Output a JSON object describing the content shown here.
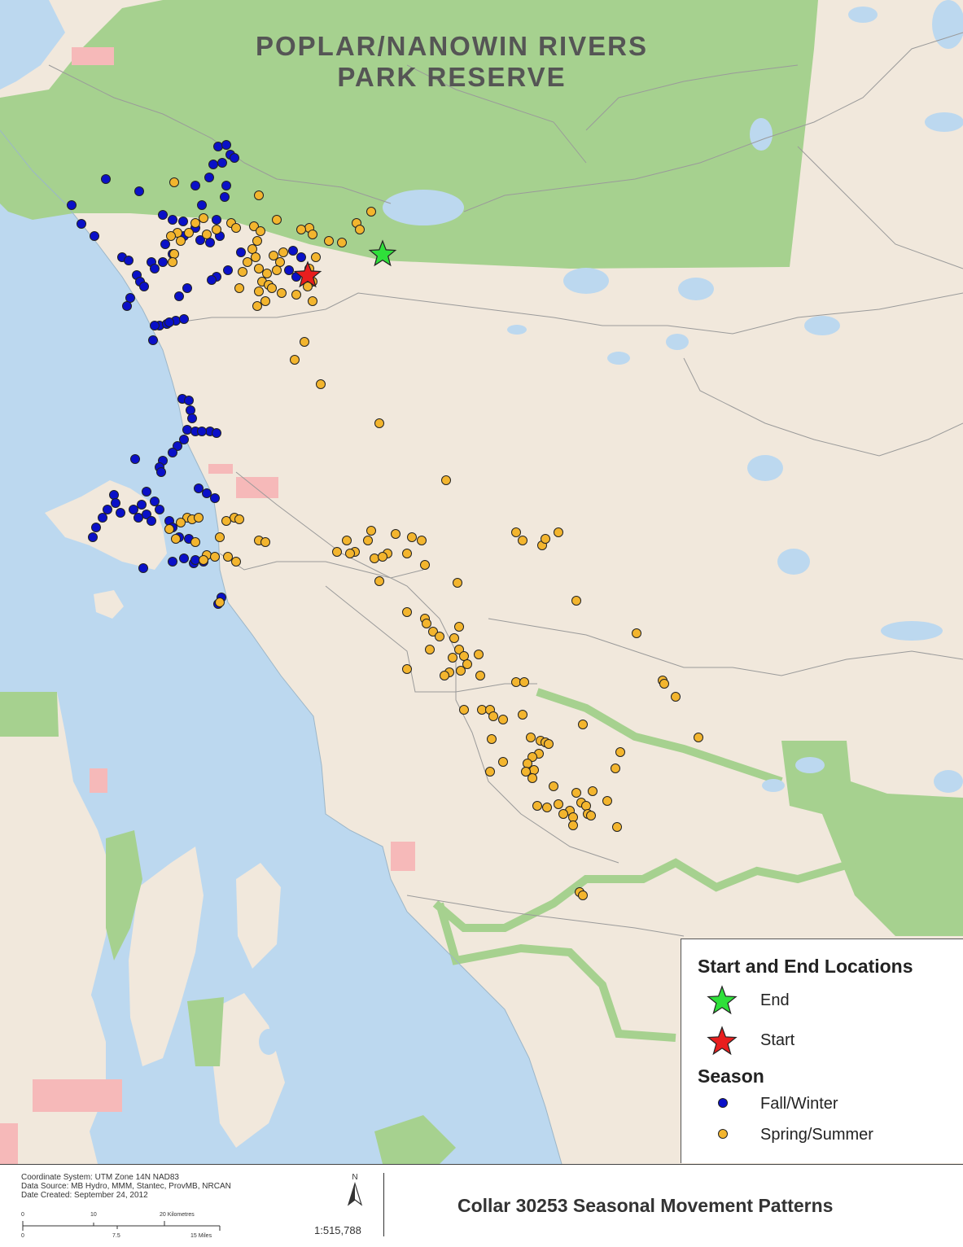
{
  "map": {
    "title_line1": "POPLAR/NANOWIN RIVERS",
    "title_line2": "PARK RESERVE",
    "colors": {
      "land": "#f1e8dc",
      "water": "#bcd8ef",
      "protected": "#a6d18f",
      "reserve": "#f6b9b9",
      "fall_winter": "#0a10c8",
      "spring_summer": "#f3b52e",
      "start": "#e81e1e",
      "end": "#2fe03a"
    }
  },
  "legend": {
    "heading_locations": "Start and End Locations",
    "end_label": "End",
    "start_label": "Start",
    "heading_season": "Season",
    "fall_winter_label": "Fall/Winter",
    "spring_summer_label": "Spring/Summer"
  },
  "footer": {
    "coordinate_system": "Coordinate System: UTM Zone 14N NAD83",
    "data_source": "Data Source: MB Hydro, MMM, Stantec, ProvMB, NRCAN",
    "date_created": "Date Created: September 24, 2012",
    "scale_km": [
      "0",
      "10",
      "20 Kilometres"
    ],
    "scale_mi": [
      "0",
      "7.5",
      "15 Miles"
    ],
    "north_label": "N",
    "scale_ratio": "1:515,788",
    "map_title": "Collar 30253 Seasonal Movement Patterns"
  },
  "points": {
    "fall_winter": [
      [
        268,
        180
      ],
      [
        278,
        178
      ],
      [
        283,
        190
      ],
      [
        288,
        194
      ],
      [
        273,
        200
      ],
      [
        262,
        202
      ],
      [
        130,
        220
      ],
      [
        171,
        235
      ],
      [
        240,
        228
      ],
      [
        257,
        218
      ],
      [
        278,
        228
      ],
      [
        88,
        252
      ],
      [
        100,
        275
      ],
      [
        116,
        290
      ],
      [
        200,
        264
      ],
      [
        212,
        270
      ],
      [
        225,
        272
      ],
      [
        248,
        252
      ],
      [
        276,
        242
      ],
      [
        266,
        270
      ],
      [
        240,
        280
      ],
      [
        226,
        290
      ],
      [
        246,
        295
      ],
      [
        258,
        298
      ],
      [
        270,
        290
      ],
      [
        203,
        300
      ],
      [
        186,
        322
      ],
      [
        150,
        316
      ],
      [
        158,
        320
      ],
      [
        168,
        338
      ],
      [
        172,
        346
      ],
      [
        177,
        352
      ],
      [
        160,
        366
      ],
      [
        156,
        376
      ],
      [
        190,
        330
      ],
      [
        200,
        322
      ],
      [
        212,
        312
      ],
      [
        230,
        354
      ],
      [
        220,
        364
      ],
      [
        266,
        340
      ],
      [
        260,
        344
      ],
      [
        280,
        332
      ],
      [
        296,
        310
      ],
      [
        360,
        308
      ],
      [
        370,
        316
      ],
      [
        355,
        332
      ],
      [
        364,
        340
      ],
      [
        196,
        400
      ],
      [
        205,
        398
      ],
      [
        216,
        394
      ],
      [
        208,
        396
      ],
      [
        226,
        392
      ],
      [
        188,
        418
      ],
      [
        190,
        400
      ],
      [
        224,
        490
      ],
      [
        232,
        492
      ],
      [
        234,
        504
      ],
      [
        236,
        514
      ],
      [
        230,
        528
      ],
      [
        240,
        530
      ],
      [
        258,
        530
      ],
      [
        266,
        532
      ],
      [
        248,
        530
      ],
      [
        226,
        540
      ],
      [
        218,
        548
      ],
      [
        212,
        556
      ],
      [
        200,
        566
      ],
      [
        196,
        574
      ],
      [
        198,
        580
      ],
      [
        166,
        564
      ],
      [
        180,
        604
      ],
      [
        190,
        616
      ],
      [
        174,
        620
      ],
      [
        196,
        626
      ],
      [
        180,
        632
      ],
      [
        140,
        608
      ],
      [
        142,
        618
      ],
      [
        132,
        626
      ],
      [
        148,
        630
      ],
      [
        126,
        636
      ],
      [
        118,
        648
      ],
      [
        114,
        660
      ],
      [
        164,
        626
      ],
      [
        170,
        636
      ],
      [
        186,
        640
      ],
      [
        208,
        640
      ],
      [
        212,
        648
      ],
      [
        220,
        660
      ],
      [
        232,
        662
      ],
      [
        212,
        690
      ],
      [
        226,
        686
      ],
      [
        238,
        692
      ],
      [
        176,
        698
      ],
      [
        254,
        606
      ],
      [
        264,
        612
      ],
      [
        244,
        600
      ],
      [
        272,
        734
      ],
      [
        268,
        742
      ],
      [
        240,
        688
      ],
      [
        250,
        690
      ]
    ],
    "spring_summer": [
      [
        214,
        224
      ],
      [
        318,
        240
      ],
      [
        340,
        270
      ],
      [
        438,
        274
      ],
      [
        456,
        260
      ],
      [
        442,
        282
      ],
      [
        380,
        280
      ],
      [
        370,
        282
      ],
      [
        384,
        288
      ],
      [
        250,
        268
      ],
      [
        240,
        274
      ],
      [
        232,
        286
      ],
      [
        218,
        286
      ],
      [
        210,
        290
      ],
      [
        222,
        296
      ],
      [
        254,
        288
      ],
      [
        266,
        282
      ],
      [
        284,
        274
      ],
      [
        290,
        280
      ],
      [
        312,
        278
      ],
      [
        320,
        284
      ],
      [
        316,
        296
      ],
      [
        310,
        306
      ],
      [
        314,
        316
      ],
      [
        304,
        322
      ],
      [
        298,
        334
      ],
      [
        318,
        330
      ],
      [
        328,
        336
      ],
      [
        322,
        346
      ],
      [
        330,
        350
      ],
      [
        318,
        358
      ],
      [
        334,
        354
      ],
      [
        346,
        360
      ],
      [
        326,
        370
      ],
      [
        316,
        376
      ],
      [
        348,
        310
      ],
      [
        336,
        314
      ],
      [
        344,
        322
      ],
      [
        340,
        332
      ],
      [
        388,
        316
      ],
      [
        380,
        330
      ],
      [
        384,
        346
      ],
      [
        378,
        352
      ],
      [
        384,
        370
      ],
      [
        364,
        362
      ],
      [
        374,
        420
      ],
      [
        362,
        442
      ],
      [
        394,
        472
      ],
      [
        404,
        296
      ],
      [
        420,
        298
      ],
      [
        294,
        354
      ],
      [
        214,
        312
      ],
      [
        212,
        322
      ],
      [
        466,
        520
      ],
      [
        548,
        590
      ],
      [
        456,
        652
      ],
      [
        452,
        664
      ],
      [
        426,
        664
      ],
      [
        436,
        678
      ],
      [
        430,
        680
      ],
      [
        414,
        678
      ],
      [
        460,
        686
      ],
      [
        476,
        680
      ],
      [
        486,
        656
      ],
      [
        470,
        684
      ],
      [
        500,
        680
      ],
      [
        506,
        660
      ],
      [
        518,
        664
      ],
      [
        522,
        694
      ],
      [
        466,
        714
      ],
      [
        562,
        716
      ],
      [
        500,
        752
      ],
      [
        522,
        760
      ],
      [
        524,
        766
      ],
      [
        532,
        776
      ],
      [
        540,
        782
      ],
      [
        528,
        798
      ],
      [
        564,
        770
      ],
      [
        558,
        784
      ],
      [
        564,
        798
      ],
      [
        556,
        808
      ],
      [
        570,
        806
      ],
      [
        574,
        816
      ],
      [
        566,
        824
      ],
      [
        552,
        826
      ],
      [
        546,
        830
      ],
      [
        590,
        830
      ],
      [
        588,
        804
      ],
      [
        500,
        822
      ],
      [
        634,
        654
      ],
      [
        642,
        664
      ],
      [
        666,
        670
      ],
      [
        686,
        654
      ],
      [
        670,
        662
      ],
      [
        708,
        738
      ],
      [
        782,
        778
      ],
      [
        814,
        836
      ],
      [
        816,
        840
      ],
      [
        830,
        856
      ],
      [
        570,
        872
      ],
      [
        592,
        872
      ],
      [
        602,
        872
      ],
      [
        606,
        880
      ],
      [
        618,
        884
      ],
      [
        642,
        878
      ],
      [
        716,
        890
      ],
      [
        634,
        838
      ],
      [
        644,
        838
      ],
      [
        652,
        906
      ],
      [
        664,
        910
      ],
      [
        670,
        912
      ],
      [
        674,
        914
      ],
      [
        662,
        926
      ],
      [
        654,
        930
      ],
      [
        648,
        938
      ],
      [
        656,
        946
      ],
      [
        646,
        948
      ],
      [
        654,
        956
      ],
      [
        604,
        908
      ],
      [
        618,
        936
      ],
      [
        602,
        948
      ],
      [
        762,
        924
      ],
      [
        756,
        944
      ],
      [
        858,
        906
      ],
      [
        680,
        966
      ],
      [
        708,
        974
      ],
      [
        728,
        972
      ],
      [
        714,
        986
      ],
      [
        720,
        990
      ],
      [
        746,
        984
      ],
      [
        700,
        996
      ],
      [
        704,
        1004
      ],
      [
        722,
        1000
      ],
      [
        726,
        1002
      ],
      [
        692,
        1000
      ],
      [
        686,
        988
      ],
      [
        672,
        992
      ],
      [
        660,
        990
      ],
      [
        704,
        1014
      ],
      [
        758,
        1016
      ],
      [
        712,
        1096
      ],
      [
        716,
        1100
      ],
      [
        288,
        636
      ],
      [
        294,
        638
      ],
      [
        278,
        640
      ],
      [
        230,
        636
      ],
      [
        236,
        638
      ],
      [
        244,
        636
      ],
      [
        222,
        642
      ],
      [
        208,
        650
      ],
      [
        216,
        662
      ],
      [
        240,
        666
      ],
      [
        270,
        660
      ],
      [
        318,
        664
      ],
      [
        326,
        666
      ],
      [
        254,
        682
      ],
      [
        264,
        684
      ],
      [
        280,
        684
      ],
      [
        290,
        690
      ],
      [
        250,
        688
      ],
      [
        270,
        740
      ]
    ]
  }
}
